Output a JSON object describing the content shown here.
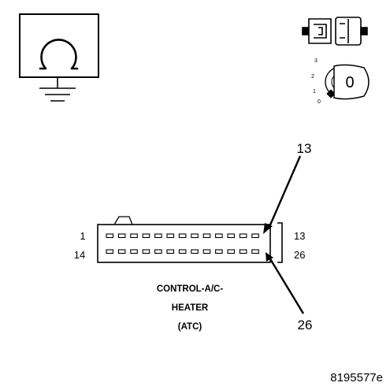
{
  "meter_symbol": {
    "glyph": "Ω"
  },
  "ignition_key": {
    "positions": [
      "3",
      "2",
      "1",
      "0"
    ],
    "key_label": "0"
  },
  "connector": {
    "name_lines": [
      "CONTROL-A/C-",
      "HEATER",
      "(ATC)"
    ],
    "pins_per_row": 13,
    "pin_labels": {
      "row1_left": "1",
      "row2_left": "14",
      "row1_right": "13",
      "row2_right": "26"
    },
    "callouts": {
      "top": "13",
      "bottom": "26"
    }
  },
  "figure_id": "8195577e"
}
